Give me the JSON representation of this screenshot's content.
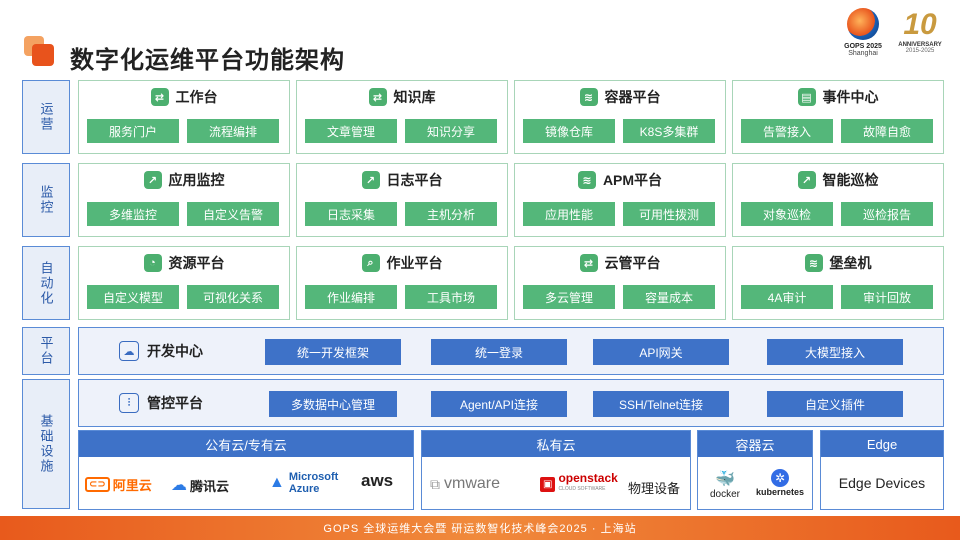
{
  "page_title": "数字化运维平台功能架构",
  "brand": {
    "gops_name": "GOPS 2025",
    "gops_city": "Shanghai",
    "anniv_num": "10",
    "anniv_label": "ANNIVERSARY",
    "anniv_years": "2015-2025"
  },
  "rows": [
    {
      "label": "运营",
      "modules": [
        {
          "title": "工作台",
          "icon": "toggle-icon",
          "items": [
            "服务门户",
            "流程编排"
          ]
        },
        {
          "title": "知识库",
          "icon": "toggle-icon",
          "items": [
            "文章管理",
            "知识分享"
          ]
        },
        {
          "title": "容器平台",
          "icon": "layers-icon",
          "items": [
            "镜像仓库",
            "K8S多集群"
          ]
        },
        {
          "title": "事件中心",
          "icon": "terminal-icon",
          "items": [
            "告警接入",
            "故障自愈"
          ]
        }
      ]
    },
    {
      "label": "监控",
      "modules": [
        {
          "title": "应用监控",
          "icon": "chart-icon",
          "items": [
            "多维监控",
            "自定义告警"
          ]
        },
        {
          "title": "日志平台",
          "icon": "chart-icon",
          "items": [
            "日志采集",
            "主机分析"
          ]
        },
        {
          "title": "APM平台",
          "icon": "layers-icon",
          "items": [
            "应用性能",
            "可用性拨测"
          ]
        },
        {
          "title": "智能巡检",
          "icon": "chart-icon",
          "items": [
            "对象巡检",
            "巡检报告"
          ]
        }
      ]
    },
    {
      "label": "自动化",
      "modules": [
        {
          "title": "资源平台",
          "icon": "pie-icon",
          "items": [
            "自定义模型",
            "可视化关系"
          ]
        },
        {
          "title": "作业平台",
          "icon": "search-doc-icon",
          "items": [
            "作业编排",
            "工具市场"
          ]
        },
        {
          "title": "云管平台",
          "icon": "toggle-icon",
          "items": [
            "多云管理",
            "容量成本"
          ]
        },
        {
          "title": "堡垒机",
          "icon": "layers-icon",
          "items": [
            "4A审计",
            "审计回放"
          ]
        }
      ]
    }
  ],
  "platform": {
    "label": "平台",
    "title": "开发中心",
    "items": [
      "统一开发框架",
      "统一登录",
      "API网关",
      "大模型接入"
    ]
  },
  "infra": {
    "label": "基础设施",
    "title": "管控平台",
    "items": [
      "多数据中心管理",
      "Agent/API连接",
      "SSH/Telnet连接",
      "自定义插件"
    ],
    "clouds": [
      {
        "title": "公有云/专有云",
        "vendors": [
          "阿里云",
          "腾讯云",
          "Microsoft Azure",
          "aws"
        ]
      },
      {
        "title": "私有云",
        "vendors": [
          "vmware",
          "openstack",
          "物理设备"
        ]
      },
      {
        "title": "容器云",
        "vendors": [
          "docker",
          "kubernetes"
        ]
      },
      {
        "title": "Edge",
        "vendors": [
          "Edge Devices"
        ]
      }
    ]
  },
  "vendor_sub": {
    "openstack": "CLOUD SOFTWARE"
  },
  "footer": "GOPS 全球运维大会暨 研运数智化技术峰会2025 · 上海站"
}
